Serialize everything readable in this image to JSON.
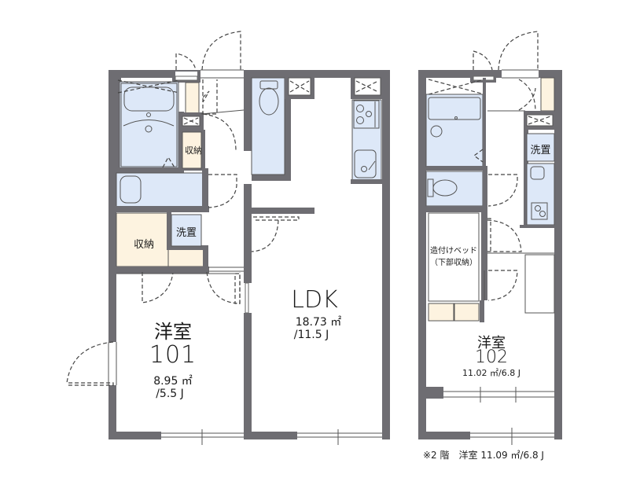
{
  "plan": {
    "unit_1": {
      "rooms": {
        "western_room": {
          "type_label": "洋室",
          "number": "101",
          "area_sqm": "8.95 ㎡",
          "area_jo": "/5.5 J"
        },
        "ldk": {
          "type_label": "LDK",
          "area_sqm": "18.73 ㎡",
          "area_jo": "/11.5 J"
        },
        "storage_large": {
          "label": "収納"
        },
        "storage_small": {
          "label": "収納"
        },
        "washer_space": {
          "label": "洗置"
        }
      }
    },
    "unit_2": {
      "rooms": {
        "western_room": {
          "type_label": "洋室",
          "number": "102",
          "area_sqm_jo": "11.02 ㎡/6.8 J"
        },
        "built_in_bed": {
          "line1": "造付けベッド",
          "line2": "（下部収納）"
        },
        "washer_space": {
          "label": "洗置"
        }
      }
    },
    "footnote": "※2 階　洋室 11.09 ㎡/6.8 J",
    "colors": {
      "wall": "#6e6d72",
      "wet_area": "#dde8f8",
      "storage": "#fdf3e0",
      "line": "#333333"
    }
  }
}
